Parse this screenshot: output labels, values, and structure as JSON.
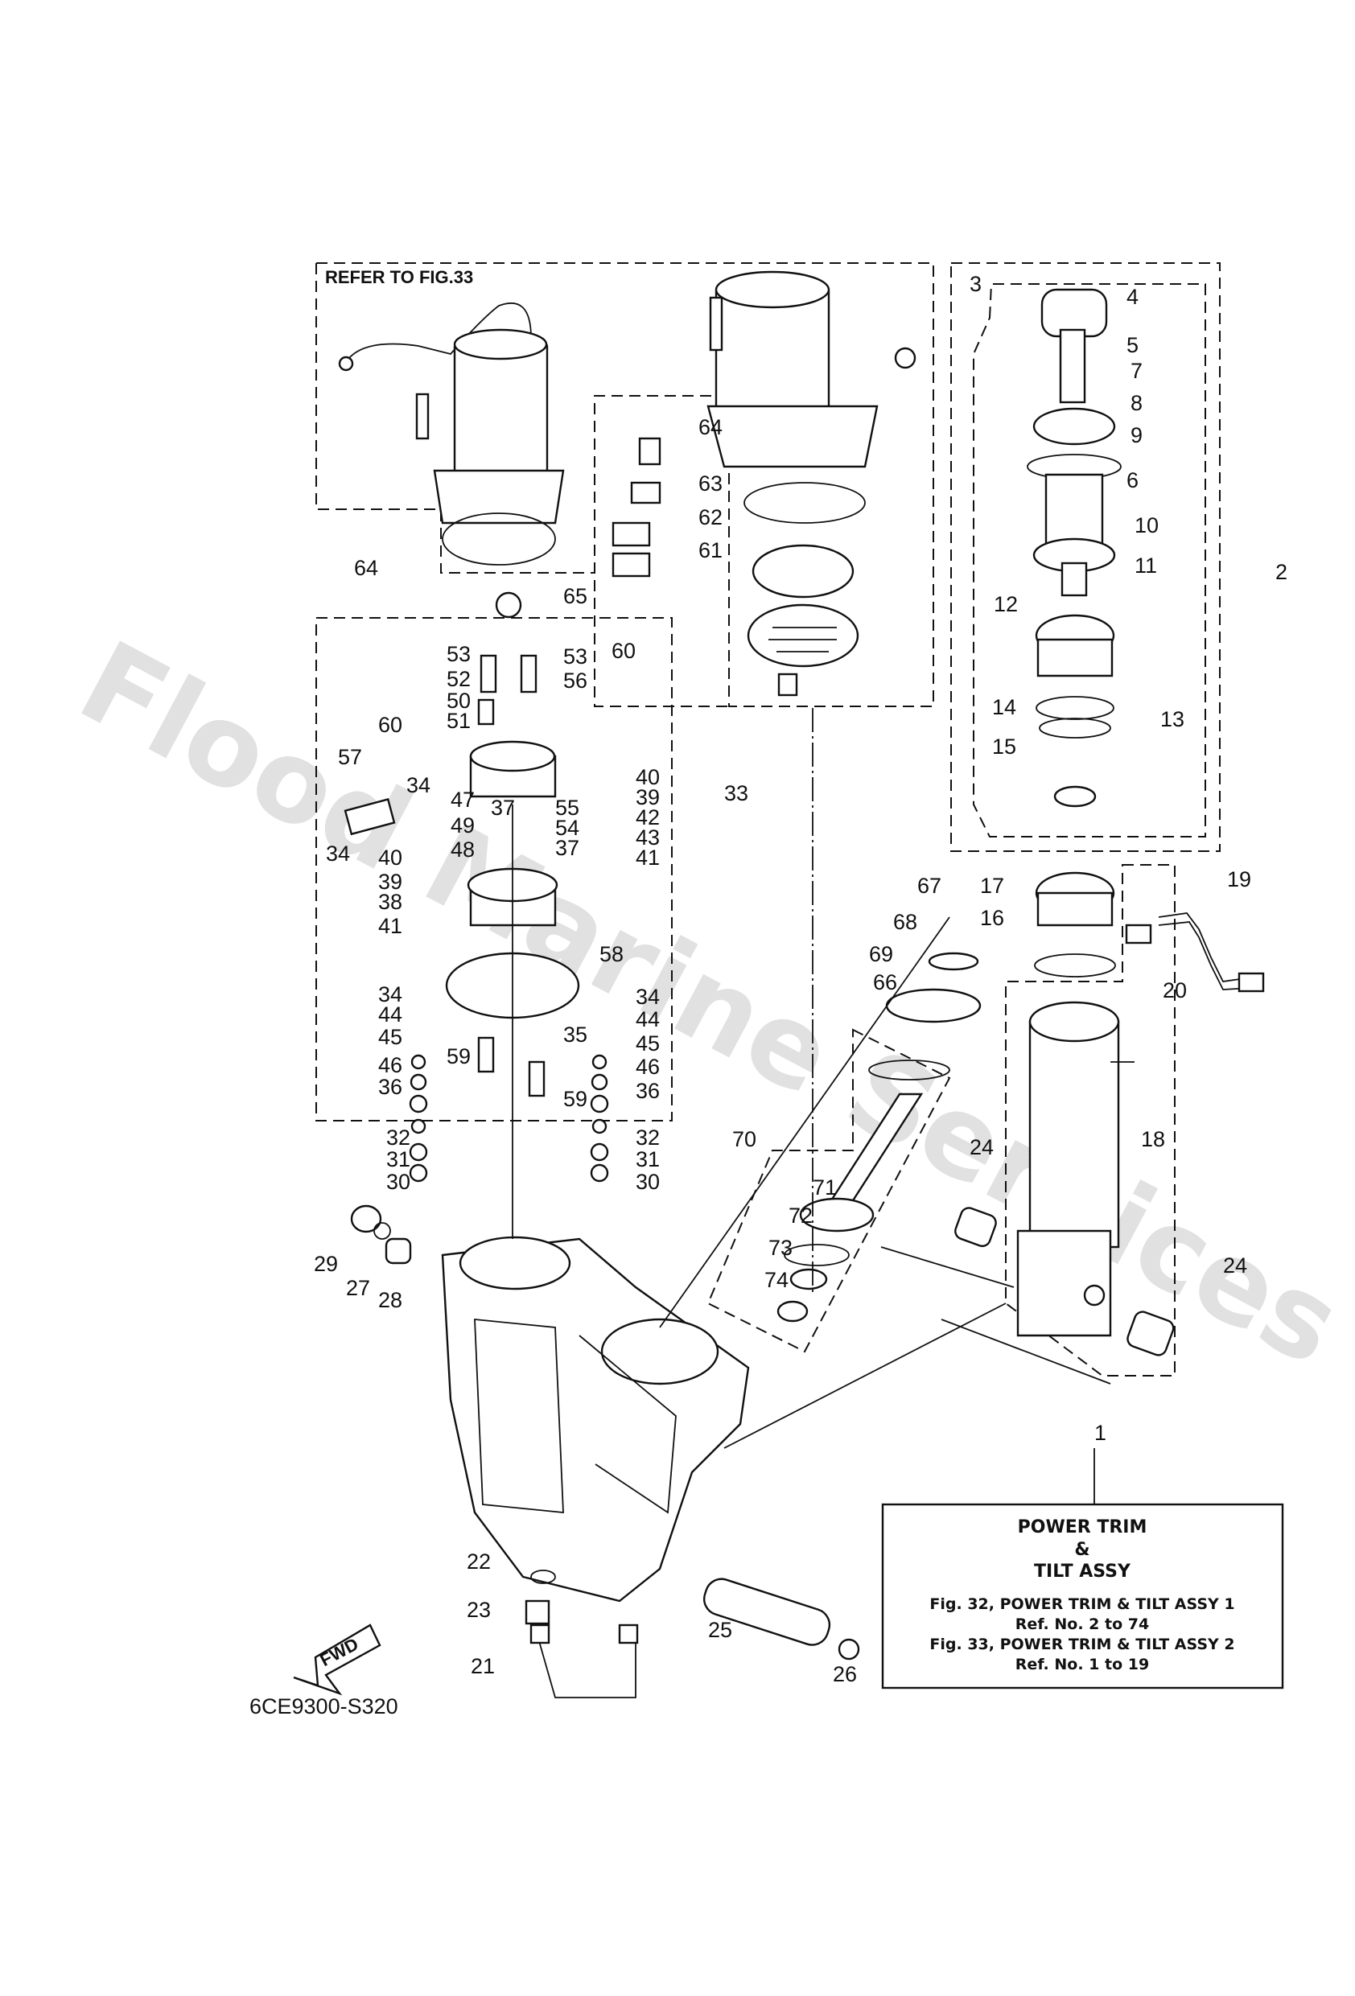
{
  "diagram": {
    "refer_label": "REFER TO FIG.33",
    "code": "6CE9300-S320",
    "fwd_label": "FWD",
    "watermark": "Flood Marine Services",
    "title_box": {
      "line1": "POWER TRIM",
      "line2": "&",
      "line3": "TILT ASSY",
      "line4": "Fig. 32, POWER TRIM & TILT ASSY 1",
      "line5": "Ref. No. 2 to 74",
      "line6": "Fig. 33, POWER TRIM & TILT ASSY 2",
      "line7": "Ref. No. 1 to 19"
    },
    "callouts": [
      {
        "id": "c1",
        "text": "1"
      },
      {
        "id": "c2",
        "text": "2"
      },
      {
        "id": "c3",
        "text": "3"
      },
      {
        "id": "c4",
        "text": "4"
      },
      {
        "id": "c5",
        "text": "5"
      },
      {
        "id": "c6",
        "text": "6"
      },
      {
        "id": "c7",
        "text": "7"
      },
      {
        "id": "c8",
        "text": "8"
      },
      {
        "id": "c9",
        "text": "9"
      },
      {
        "id": "c10",
        "text": "10"
      },
      {
        "id": "c11",
        "text": "11"
      },
      {
        "id": "c12",
        "text": "12"
      },
      {
        "id": "c13",
        "text": "13"
      },
      {
        "id": "c14",
        "text": "14"
      },
      {
        "id": "c15",
        "text": "15"
      },
      {
        "id": "c16",
        "text": "16"
      },
      {
        "id": "c17",
        "text": "17"
      },
      {
        "id": "c18",
        "text": "18"
      },
      {
        "id": "c19",
        "text": "19"
      },
      {
        "id": "c20",
        "text": "20"
      },
      {
        "id": "c21",
        "text": "21"
      },
      {
        "id": "c22",
        "text": "22"
      },
      {
        "id": "c23",
        "text": "23"
      },
      {
        "id": "c24a",
        "text": "24"
      },
      {
        "id": "c24b",
        "text": "24"
      },
      {
        "id": "c25",
        "text": "25"
      },
      {
        "id": "c26",
        "text": "26"
      },
      {
        "id": "c27",
        "text": "27"
      },
      {
        "id": "c28",
        "text": "28"
      },
      {
        "id": "c29",
        "text": "29"
      },
      {
        "id": "c30a",
        "text": "30"
      },
      {
        "id": "c30b",
        "text": "30"
      },
      {
        "id": "c31a",
        "text": "31"
      },
      {
        "id": "c31b",
        "text": "31"
      },
      {
        "id": "c32a",
        "text": "32"
      },
      {
        "id": "c32b",
        "text": "32"
      },
      {
        "id": "c33",
        "text": "33"
      },
      {
        "id": "c34a",
        "text": "34"
      },
      {
        "id": "c34b",
        "text": "34"
      },
      {
        "id": "c34c",
        "text": "34"
      },
      {
        "id": "c34d",
        "text": "34"
      },
      {
        "id": "c35",
        "text": "35"
      },
      {
        "id": "c36a",
        "text": "36"
      },
      {
        "id": "c36b",
        "text": "36"
      },
      {
        "id": "c37a",
        "text": "37"
      },
      {
        "id": "c37b",
        "text": "37"
      },
      {
        "id": "c38",
        "text": "38"
      },
      {
        "id": "c39a",
        "text": "39"
      },
      {
        "id": "c39b",
        "text": "39"
      },
      {
        "id": "c40a",
        "text": "40"
      },
      {
        "id": "c40b",
        "text": "40"
      },
      {
        "id": "c41a",
        "text": "41"
      },
      {
        "id": "c41b",
        "text": "41"
      },
      {
        "id": "c42",
        "text": "42"
      },
      {
        "id": "c43",
        "text": "43"
      },
      {
        "id": "c44a",
        "text": "44"
      },
      {
        "id": "c44b",
        "text": "44"
      },
      {
        "id": "c45a",
        "text": "45"
      },
      {
        "id": "c45b",
        "text": "45"
      },
      {
        "id": "c46a",
        "text": "46"
      },
      {
        "id": "c46b",
        "text": "46"
      },
      {
        "id": "c47",
        "text": "47"
      },
      {
        "id": "c48",
        "text": "48"
      },
      {
        "id": "c49",
        "text": "49"
      },
      {
        "id": "c50",
        "text": "50"
      },
      {
        "id": "c51",
        "text": "51"
      },
      {
        "id": "c52",
        "text": "52"
      },
      {
        "id": "c53a",
        "text": "53"
      },
      {
        "id": "c53b",
        "text": "53"
      },
      {
        "id": "c54",
        "text": "54"
      },
      {
        "id": "c55",
        "text": "55"
      },
      {
        "id": "c56",
        "text": "56"
      },
      {
        "id": "c57",
        "text": "57"
      },
      {
        "id": "c58",
        "text": "58"
      },
      {
        "id": "c59a",
        "text": "59"
      },
      {
        "id": "c59b",
        "text": "59"
      },
      {
        "id": "c60a",
        "text": "60"
      },
      {
        "id": "c60b",
        "text": "60"
      },
      {
        "id": "c61",
        "text": "61"
      },
      {
        "id": "c62",
        "text": "62"
      },
      {
        "id": "c63",
        "text": "63"
      },
      {
        "id": "c64a",
        "text": "64"
      },
      {
        "id": "c64b",
        "text": "64"
      },
      {
        "id": "c65",
        "text": "65"
      },
      {
        "id": "c66",
        "text": "66"
      },
      {
        "id": "c67",
        "text": "67"
      },
      {
        "id": "c68",
        "text": "68"
      },
      {
        "id": "c69",
        "text": "69"
      },
      {
        "id": "c70",
        "text": "70"
      },
      {
        "id": "c71",
        "text": "71"
      },
      {
        "id": "c72",
        "text": "72"
      },
      {
        "id": "c73",
        "text": "73"
      },
      {
        "id": "c74",
        "text": "74"
      }
    ]
  }
}
